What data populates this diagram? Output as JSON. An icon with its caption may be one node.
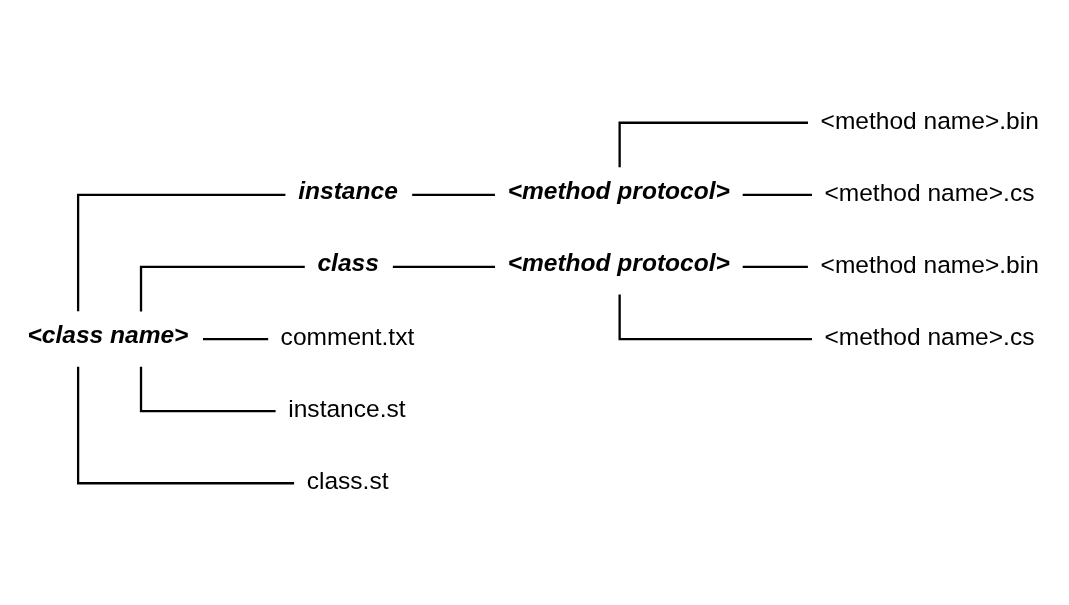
{
  "diagram": {
    "nodes": [
      {
        "text": [
          "<class name>"
        ]
      },
      {
        "text": [
          "instance"
        ]
      },
      {
        "text": [
          "<method protocol>"
        ]
      },
      {
        "text": [
          "<method name>.bin"
        ]
      },
      {
        "text": [
          "<method name>.cs"
        ]
      },
      {
        "text": [
          "class"
        ]
      },
      {
        "text": [
          "<method protocol>"
        ]
      },
      {
        "text": [
          "<method name>.bin"
        ]
      },
      {
        "text": [
          "<method name>.cs"
        ]
      },
      {
        "text": [
          "comment.txt"
        ]
      },
      {
        "text": [
          "instance.st"
        ]
      },
      {
        "text": [
          "class.st"
        ]
      }
    ],
    "edges": [
      {
        "from": 0,
        "to": 1,
        "arrow": "none"
      },
      {
        "from": 1,
        "to": 2,
        "arrow": "none"
      },
      {
        "from": 2,
        "to": 3,
        "arrow": "none"
      },
      {
        "from": 2,
        "to": 4,
        "arrow": "none"
      },
      {
        "from": 0,
        "to": 5,
        "arrow": "none"
      },
      {
        "from": 5,
        "to": 6,
        "arrow": "none"
      },
      {
        "from": 6,
        "to": 7,
        "arrow": "none"
      },
      {
        "from": 6,
        "to": 8,
        "arrow": "none"
      },
      {
        "from": 0,
        "to": 9,
        "arrow": "none"
      },
      {
        "from": 0,
        "to": 10,
        "arrow": "none"
      },
      {
        "from": 0,
        "to": 11,
        "arrow": "none"
      }
    ]
  }
}
